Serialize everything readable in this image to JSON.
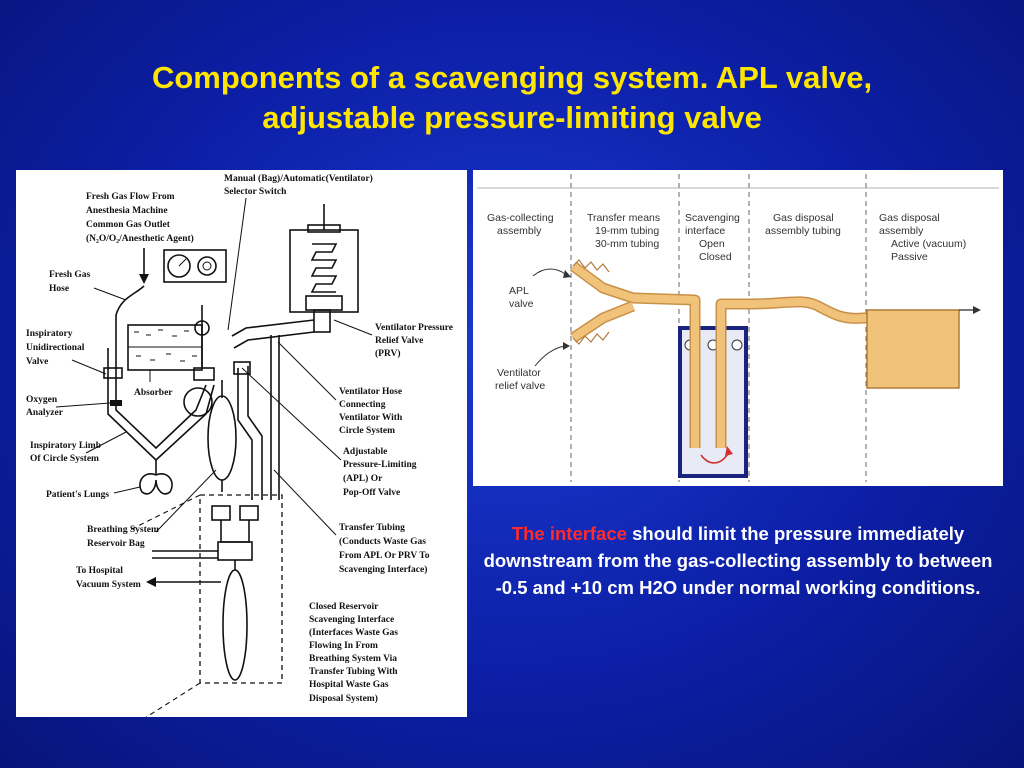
{
  "title": {
    "line1": "Components of a scavenging system. APL valve,",
    "line2": "adjustable pressure-limiting valve"
  },
  "left_diagram": {
    "labels": {
      "switch1": "Manual (Bag)/Automatic(Ventilator)",
      "switch2": "Selector Switch",
      "fgf1": "Fresh Gas Flow From",
      "fgf2": "Anesthesia Machine",
      "fgf3": "Common Gas Outlet",
      "fgf4": "(N₂O/O₂/Anesthetic Agent)",
      "hose1": "Fresh Gas",
      "hose2": "Hose",
      "insp1": "Inspiratory",
      "insp2": "Unidirectional",
      "insp3": "Valve",
      "absorber": "Absorber",
      "oxy1": "Oxygen",
      "oxy2": "Analyzer",
      "limb1": "Inspiratory Limb",
      "limb2": "Of Circle System",
      "lungs": "Patient's Lungs",
      "bag1": "Breathing System",
      "bag2": "Reservoir Bag",
      "vac1": "To Hospital",
      "vac2": "Vacuum System",
      "prv1": "Ventilator Pressure",
      "prv2": "Relief Valve",
      "prv3": "(PRV)",
      "vhose1": "Ventilator Hose",
      "vhose2": "Connecting",
      "vhose3": "Ventilator With",
      "vhose4": "Circle System",
      "apl1": "Adjustable",
      "apl2": "Pressure-Limiting",
      "apl3": "(APL) Or",
      "apl4": "Pop-Off Valve",
      "tt1": "Transfer Tubing",
      "tt2": "(Conducts Waste Gas",
      "tt3": "From APL Or PRV To",
      "tt4": "Scavenging Interface)",
      "cr1": "Closed Reservoir",
      "cr2": "Scavenging Interface",
      "cr3": "(Interfaces Waste Gas",
      "cr4": "Flowing In From",
      "cr5": "Breathing System Via",
      "cr6": "Transfer Tubing With",
      "cr7": "Hospital Waste Gas",
      "cr8": "Disposal System)"
    }
  },
  "right_diagram": {
    "sections": {
      "gca1": "Gas-collecting",
      "gca2": "assembly",
      "tm1": "Transfer means",
      "tm2": "19-mm tubing",
      "tm3": "30-mm tubing",
      "si1": "Scavenging",
      "si2": "interface",
      "si3": "Open",
      "si4": "Closed",
      "gdt1": "Gas disposal",
      "gdt2": "assembly tubing",
      "gda1": "Gas disposal",
      "gda2": "assembly",
      "gda3": "Active (vacuum)",
      "gda4": "Passive"
    },
    "apl1": "APL",
    "apl2": "valve",
    "vent1": "Ventilator",
    "vent2": "relief valve",
    "tube_color": "#f0c27a"
  },
  "caption": {
    "highlight": "The interface",
    "rest": " should limit the pressure immediately downstream from the gas-collecting assembly to between -0.5 and +10 cm H2O under normal working conditions."
  },
  "colors": {
    "title": "#ffe600",
    "highlight": "#ff2a2a",
    "background": "#0c1fa6"
  }
}
